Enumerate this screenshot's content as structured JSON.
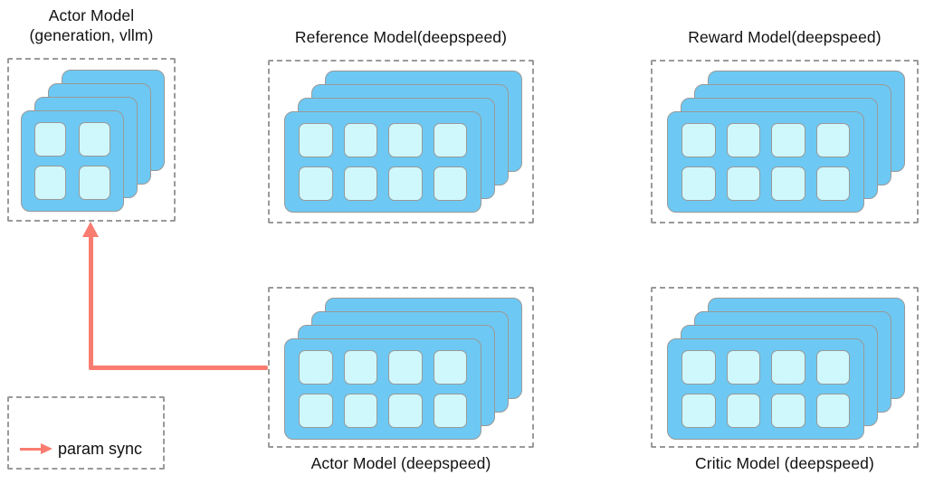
{
  "theme": {
    "card_blue": "#6DC9F3",
    "cell_cyan": "#CFF8FC",
    "card_border": "#999999",
    "dash_border": "#9a9a9a",
    "arrow_red": "#F97C70",
    "text_color": "#111111",
    "background": "#ffffff"
  },
  "models": [
    {
      "id": "actor-vllm",
      "title_lines": [
        "Actor Model",
        "(generation, vllm)"
      ],
      "title_position": "above",
      "stack_count": 4,
      "grid_cols": 2,
      "grid_rows": 2
    },
    {
      "id": "reference",
      "title": "Reference Model(deepspeed)",
      "title_position": "above",
      "stack_count": 4,
      "grid_cols": 4,
      "grid_rows": 2
    },
    {
      "id": "reward",
      "title": "Reward Model(deepspeed)",
      "title_position": "above",
      "stack_count": 4,
      "grid_cols": 4,
      "grid_rows": 2
    },
    {
      "id": "actor-ds",
      "title": "Actor Model (deepspeed)",
      "title_position": "below",
      "stack_count": 4,
      "grid_cols": 4,
      "grid_rows": 2
    },
    {
      "id": "critic",
      "title": "Critic Model (deepspeed)",
      "title_position": "below",
      "stack_count": 4,
      "grid_cols": 4,
      "grid_rows": 2
    }
  ],
  "param_sync": {
    "from": "actor-ds",
    "to": "actor-vllm"
  },
  "legend": {
    "label": "param sync"
  }
}
